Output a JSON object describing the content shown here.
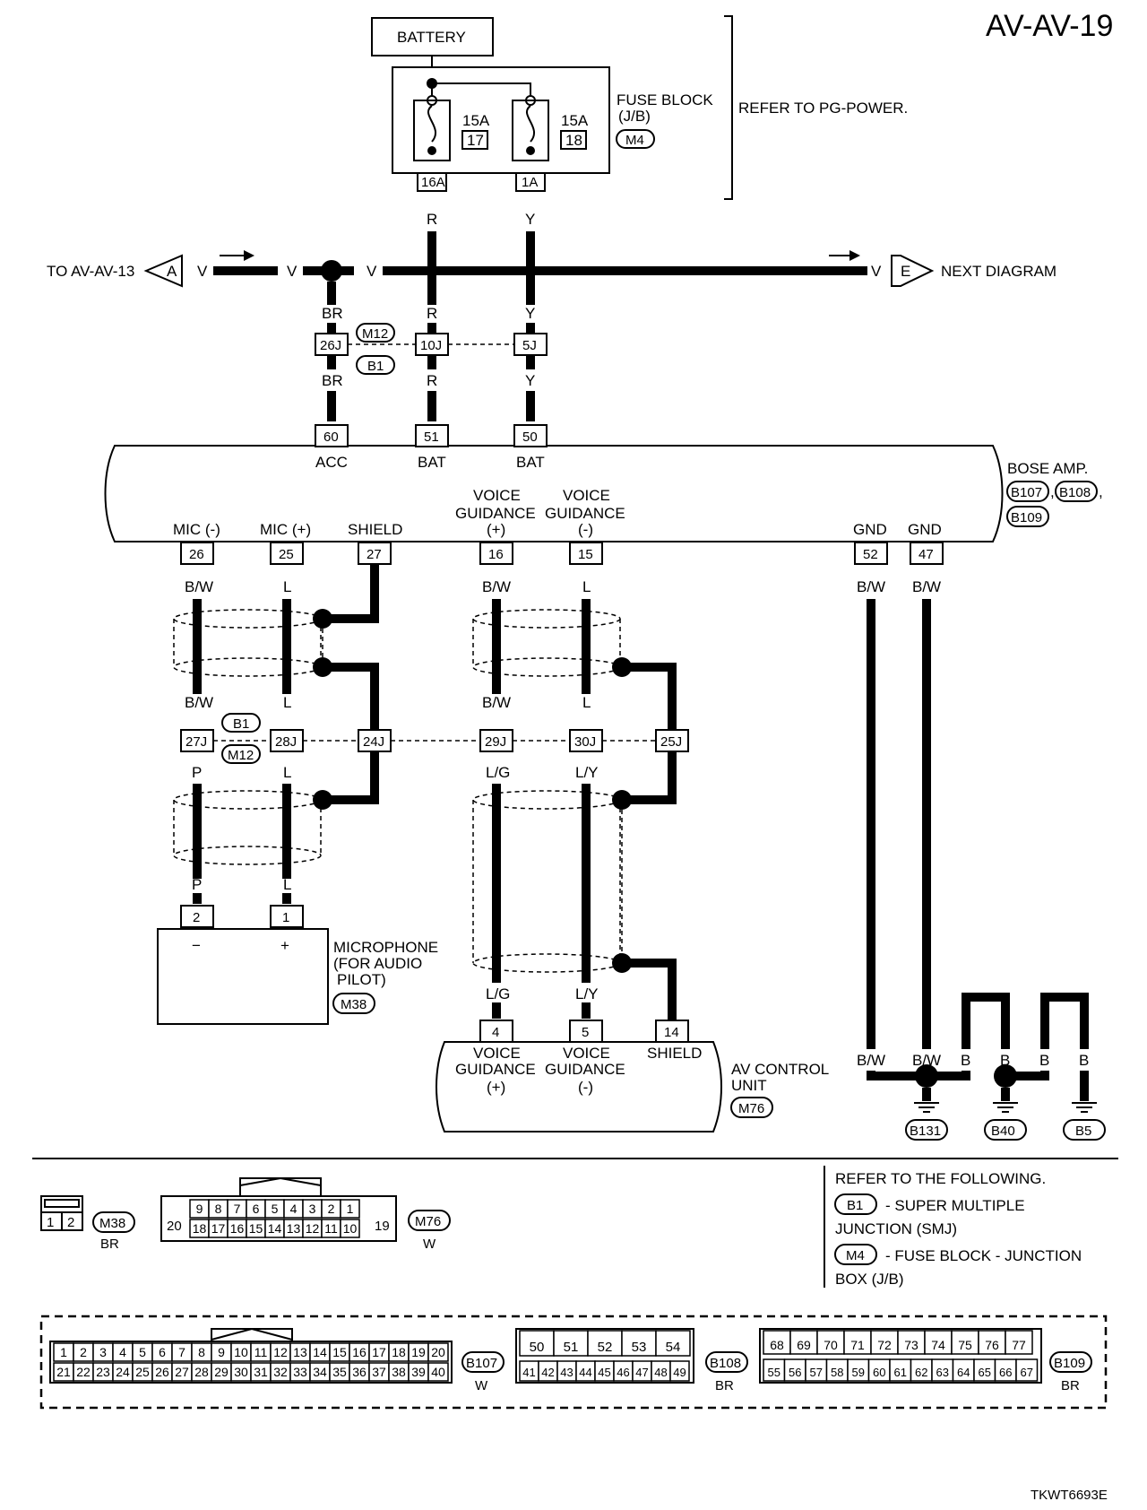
{
  "page_id": "AV-AV-19",
  "image_code": "TKWT6693E",
  "power": {
    "battery": "BATTERY",
    "fuse_block_label": "FUSE BLOCK",
    "fuse_block_sub": "(J/B)",
    "fuse_block_conn": "M4",
    "refer": "REFER TO PG-POWER.",
    "fuses": [
      {
        "amp": "15A",
        "num": "17",
        "term": "16A"
      },
      {
        "amp": "15A",
        "num": "18",
        "term": "1A"
      }
    ]
  },
  "bus": {
    "from_label": "TO AV-AV-13",
    "from_tag": "A",
    "to_label": "NEXT DIAGRAM",
    "to_tag": "E",
    "color": "V"
  },
  "junction_top": {
    "conn_a": "M12",
    "conn_b": "B1",
    "terms": [
      "26J",
      "10J",
      "5J"
    ]
  },
  "amp": {
    "label": "BOSE AMP.",
    "conns": [
      "B107",
      "B108",
      "B109"
    ],
    "top_terms": [
      {
        "num": "60",
        "name": "ACC"
      },
      {
        "num": "51",
        "name": "BAT"
      },
      {
        "num": "50",
        "name": "BAT"
      }
    ],
    "bottom_terms": [
      {
        "num": "26",
        "name": "MIC (-)"
      },
      {
        "num": "25",
        "name": "MIC (+)"
      },
      {
        "num": "27",
        "name": "SHIELD"
      },
      {
        "num": "16",
        "name1": "VOICE",
        "name2": "GUIDANCE",
        "name3": "(+)"
      },
      {
        "num": "15",
        "name1": "VOICE",
        "name2": "GUIDANCE",
        "name3": "(-)"
      },
      {
        "num": "52",
        "name": "GND"
      },
      {
        "num": "47",
        "name": "GND"
      }
    ]
  },
  "wire_colors": {
    "r": "R",
    "y": "Y",
    "br": "BR",
    "bw": "B/W",
    "l": "L",
    "p": "P",
    "lg": "L/G",
    "ly": "L/Y",
    "b": "B"
  },
  "junction_mid": {
    "conn_a": "B1",
    "conn_b": "M12",
    "terms": [
      "27J",
      "28J",
      "24J",
      "29J",
      "30J",
      "25J"
    ]
  },
  "microphone": {
    "label1": "MICROPHONE",
    "label2": "(FOR AUDIO",
    "label3": "PILOT)",
    "conn": "M38",
    "terms": [
      "2",
      "1"
    ],
    "minus": "−",
    "plus": "+"
  },
  "av_unit": {
    "label1": "AV CONTROL",
    "label2": "UNIT",
    "conn": "M76",
    "terms": [
      {
        "num": "4",
        "name1": "VOICE",
        "name2": "GUIDANCE",
        "name3": "(+)"
      },
      {
        "num": "5",
        "name1": "VOICE",
        "name2": "GUIDANCE",
        "name3": "(-)"
      },
      {
        "num": "14",
        "name": "SHIELD"
      }
    ]
  },
  "grounds": [
    "B131",
    "B40",
    "B5"
  ],
  "legend": {
    "title": "REFER TO THE FOLLOWING.",
    "item1_conn": "B1",
    "item1_text": "- SUPER MULTIPLE",
    "item1_text2": "JUNCTION (SMJ)",
    "item2_conn": "M4",
    "item2_text": "- FUSE BLOCK - JUNCTION",
    "item2_text2": "BOX (J/B)"
  },
  "connectors": {
    "m38": {
      "id": "M38",
      "color": "BR",
      "pins": [
        "1",
        "2"
      ]
    },
    "m76": {
      "id": "M76",
      "color": "W",
      "top": [
        "9",
        "8",
        "7",
        "6",
        "5",
        "4",
        "3",
        "2",
        "1"
      ],
      "bottom": [
        "18",
        "17",
        "16",
        "15",
        "14",
        "13",
        "12",
        "11",
        "10"
      ],
      "left": "20",
      "right": "19"
    },
    "b107": {
      "id": "B107",
      "color": "W",
      "top": [
        "1",
        "2",
        "3",
        "4",
        "5",
        "6",
        "7",
        "8",
        "9",
        "10",
        "11",
        "12",
        "13",
        "14",
        "15",
        "16",
        "17",
        "18",
        "19",
        "20"
      ],
      "bottom": [
        "21",
        "22",
        "23",
        "24",
        "25",
        "26",
        "27",
        "28",
        "29",
        "30",
        "31",
        "32",
        "33",
        "34",
        "35",
        "36",
        "37",
        "38",
        "39",
        "40"
      ]
    },
    "b108": {
      "id": "B108",
      "color": "BR",
      "top": [
        "50",
        "51",
        "52",
        "53",
        "54"
      ],
      "bottom": [
        "41",
        "42",
        "43",
        "44",
        "45",
        "46",
        "47",
        "48",
        "49"
      ]
    },
    "b109": {
      "id": "B109",
      "color": "BR",
      "top": [
        "68",
        "69",
        "70",
        "71",
        "72",
        "73",
        "74",
        "75",
        "76",
        "77"
      ],
      "bottom": [
        "55",
        "56",
        "57",
        "58",
        "59",
        "60",
        "61",
        "62",
        "63",
        "64",
        "65",
        "66",
        "67"
      ]
    }
  }
}
